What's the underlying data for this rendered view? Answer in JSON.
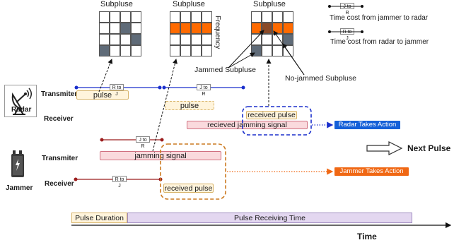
{
  "grid_labels": {
    "subpulse": "Subpluse",
    "frequency": "Frequency"
  },
  "grids": [
    {
      "name": "grid-1",
      "cells": [
        0,
        0,
        0,
        0,
        0,
        0,
        1,
        0,
        0,
        0,
        0,
        1,
        1,
        0,
        0,
        0
      ]
    },
    {
      "name": "grid-2",
      "cells": [
        0,
        0,
        0,
        0,
        2,
        2,
        2,
        2,
        0,
        0,
        0,
        0,
        0,
        0,
        0,
        0
      ]
    },
    {
      "name": "grid-3",
      "cells": [
        0,
        0,
        0,
        0,
        2,
        3,
        2,
        2,
        0,
        0,
        0,
        1,
        1,
        0,
        0,
        0
      ]
    }
  ],
  "colors": {
    "jammed_gray": "#5f6b78",
    "jam_orange": "#ff6a00",
    "jam_dark": "#8a4a28",
    "radar_blue": "#1a2fcc",
    "jammer_red": "#9b1c1c",
    "radar_action": "#1560d8",
    "jammer_action": "#f06814"
  },
  "legend": {
    "j_to_r": "J to R",
    "r_to_j": "R to J",
    "j_to_r_desc": "Time cost from jammer to radar",
    "r_to_j_desc": "Time cost from radar to jammer"
  },
  "annotations": {
    "jammed": "Jammed Subpluse",
    "no_jammed": "No-jammed Subpluse"
  },
  "radar": {
    "label": "Radar",
    "transmitter": "Transmiter",
    "receiver": "Receiver",
    "pulse": "pulse",
    "pulse_echo": "pulse",
    "received_pulse": "received pulse",
    "received_jamming": "recieved jamming signal",
    "action": "Radar Takes Action",
    "r_to_j": "R to J",
    "j_to_r": "J to R"
  },
  "jammer": {
    "label": "Jammer",
    "transmitter": "Transmiter",
    "receiver": "Receiver",
    "jamming_signal": "jamming signal",
    "received_pulse": "received pulse",
    "action": "Jammer Takes Action",
    "j_to_r": "J to R",
    "r_to_j": "R to J"
  },
  "next_pulse": "Next Pulse",
  "timeline": {
    "pulse_duration": "Pulse Duration",
    "receiving_time": "Pulse Receiving Time",
    "axis_label": "Time"
  }
}
